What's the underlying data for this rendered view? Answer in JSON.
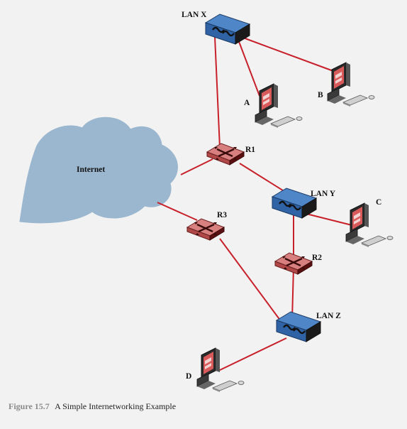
{
  "diagram": {
    "cloud_label": "Internet",
    "nodes": {
      "lan_x": "LAN X",
      "lan_y": "LAN Y",
      "lan_z": "LAN Z",
      "r1": "R1",
      "r2": "R2",
      "r3": "R3",
      "a": "A",
      "b": "B",
      "c": "C",
      "d": "D"
    },
    "links": [
      [
        "LAN X",
        "R1"
      ],
      [
        "LAN X",
        "A"
      ],
      [
        "LAN X",
        "B"
      ],
      [
        "R1",
        "Internet"
      ],
      [
        "R1",
        "LAN Y"
      ],
      [
        "LAN Y",
        "C"
      ],
      [
        "LAN Y",
        "R2"
      ],
      [
        "R2",
        "LAN Z"
      ],
      [
        "Internet",
        "R3"
      ],
      [
        "R3",
        "LAN Z"
      ],
      [
        "LAN Z",
        "D"
      ]
    ],
    "colors": {
      "link": "#c8202a",
      "switch": "#2e5e9e",
      "router": "#c96a6a",
      "cloud": "#9ab7cf",
      "monitor_screen": "#d95a5a"
    }
  },
  "caption": {
    "figure": "Figure 15.7",
    "title": "A Simple Internetworking Example"
  }
}
